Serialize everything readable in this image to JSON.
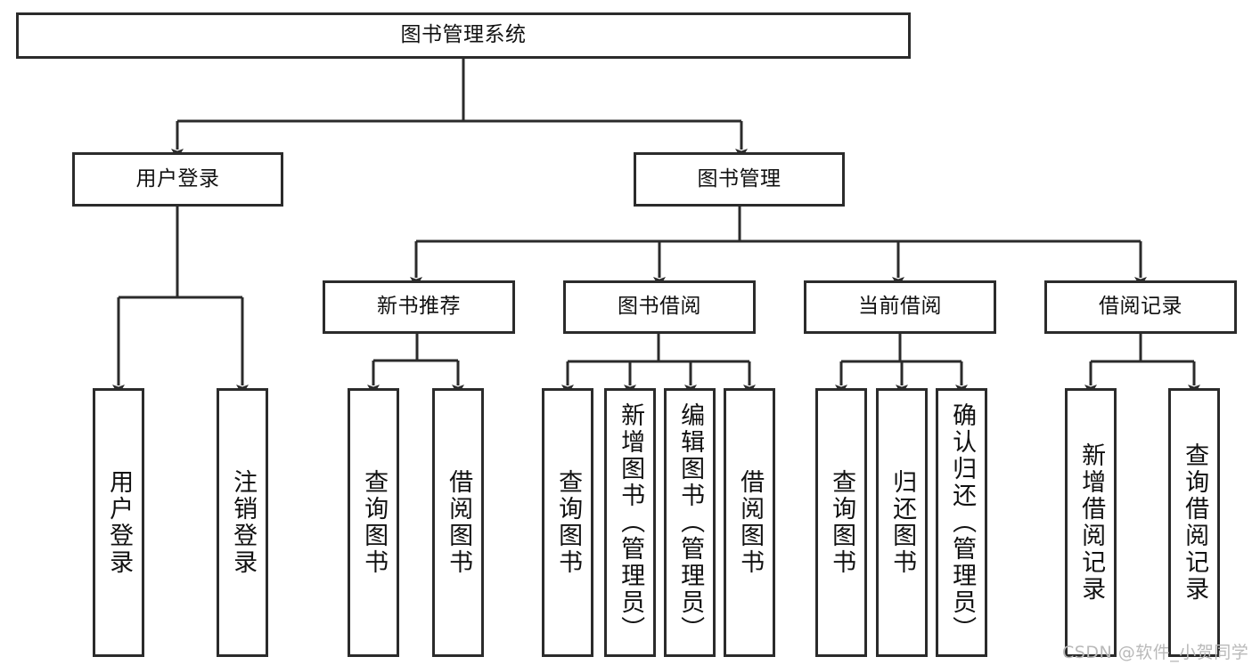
{
  "diagram": {
    "type": "tree",
    "title": "图书管理系统",
    "orientation": "top-down",
    "colors": {
      "stroke": "#2b2b2b",
      "fill": "#ffffff",
      "text": "#111111",
      "watermark": "#b9b9b9"
    },
    "nodes": {
      "root": {
        "label": "图书管理系统"
      },
      "level2": [
        {
          "id": "user-login",
          "label": "用户登录"
        },
        {
          "id": "book-management",
          "label": "图书管理"
        }
      ],
      "level3": [
        {
          "id": "new-book-recommend",
          "label": "新书推荐"
        },
        {
          "id": "book-borrow",
          "label": "图书借阅"
        },
        {
          "id": "current-borrow",
          "label": "当前借阅"
        },
        {
          "id": "borrow-record",
          "label": "借阅记录"
        }
      ],
      "leaves": {
        "user-login": [
          {
            "id": "leaf-user-login",
            "label": "用户登录"
          },
          {
            "id": "leaf-logout",
            "label": "注销登录"
          }
        ],
        "new-book-recommend": [
          {
            "id": "leaf-query-book-1",
            "label": "查询图书"
          },
          {
            "id": "leaf-borrow-book-1",
            "label": "借阅图书"
          }
        ],
        "book-borrow": [
          {
            "id": "leaf-query-book-2",
            "label": "查询图书"
          },
          {
            "id": "leaf-add-book",
            "label": "新增图书（管理员）"
          },
          {
            "id": "leaf-edit-book",
            "label": "编辑图书（管理员）"
          },
          {
            "id": "leaf-borrow-book-2",
            "label": "借阅图书"
          }
        ],
        "current-borrow": [
          {
            "id": "leaf-query-book-3",
            "label": "查询图书"
          },
          {
            "id": "leaf-return-book",
            "label": "归还图书"
          },
          {
            "id": "leaf-confirm-return",
            "label": "确认归还（管理员）"
          }
        ],
        "borrow-record": [
          {
            "id": "leaf-add-record",
            "label": "新增借阅记录"
          },
          {
            "id": "leaf-query-record",
            "label": "查询借阅记录"
          }
        ]
      }
    }
  },
  "watermark": {
    "text": "CSDN @软件_小贺同学"
  }
}
